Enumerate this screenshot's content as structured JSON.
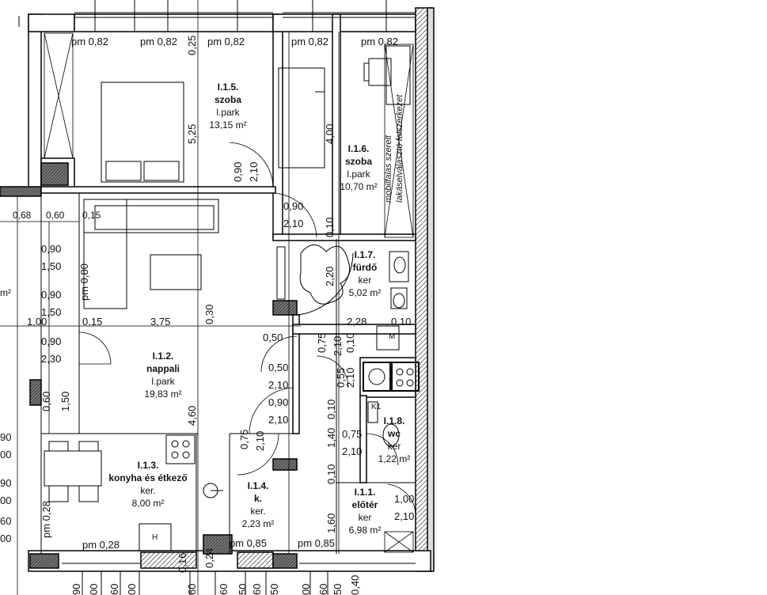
{
  "rooms": [
    {
      "id": "I.1.5.",
      "name": "szoba",
      "floor": "l.park",
      "area": "13,15 m²"
    },
    {
      "id": "I.1.6.",
      "name": "szoba",
      "floor": "l.park",
      "area": "10,70 m²"
    },
    {
      "id": "I.1.7.",
      "name": "fürdő",
      "floor": "ker",
      "area": "5,02 m²"
    },
    {
      "id": "I.1.2.",
      "name": "nappali",
      "floor": "l.park",
      "area": "19,83 m²"
    },
    {
      "id": "I.1.3.",
      "name": "konyha és étkező",
      "floor": "ker.",
      "area": "8,00 m²"
    },
    {
      "id": "I.1.4.",
      "name": "k.",
      "floor": "ker.",
      "area": "2,23 m²"
    },
    {
      "id": "I.1.8.",
      "name": "wc",
      "floor": "ker",
      "area": "1,22 m²"
    },
    {
      "id": "I.1.1.",
      "name": "előtér",
      "floor": "ker",
      "area": "6,98 m²"
    }
  ],
  "wardrobe_note": {
    "line1": "mobilfalas szerelt",
    "line2": "lakáselválasztó falszerkezet"
  },
  "dims": {
    "pm1": "pm 0,82",
    "pm2": "pm 0,82",
    "pm3": "pm 0,82",
    "pm4": "pm 0,82",
    "pm5": "pm 0,82",
    "pm_left": "pm 0,80",
    "pm_bottom_left": "pm 0,28",
    "pm_bottom": "pm 0,28",
    "pm_k": "pm 0,85",
    "pm_entry": "pm 0,85",
    "d068": "0,68",
    "d060": "0,60",
    "d015a": "0,15",
    "d090a": "0,90",
    "d150a": "1,50",
    "d090b": "0,90",
    "d150b": "1,50",
    "d100": "1,00",
    "d015b": "0,15",
    "d375": "3,75",
    "d030": "0,30",
    "d090c": "0,90",
    "d230": "2,30",
    "d060b": "0,60",
    "d150c": "1,50",
    "d025": "0,25",
    "d525": "5,25",
    "d090v": "0,90",
    "d210v": "2,10",
    "d090d": "0,90",
    "d210d": "2,10",
    "d400": "4,00",
    "d010a": "0,10",
    "d220": "2,20",
    "d228": "2,28",
    "d010b": "0,10",
    "d050": "0,50",
    "d075a": "0,75",
    "d210e": "2,10",
    "d010c": "0,10",
    "d055": "0,55",
    "d210f": "2,10",
    "d050b": "0,50",
    "d210g": "2,10",
    "d090e": "0,90",
    "d210h": "2,10",
    "d460": "4,60",
    "d075b": "0,75",
    "d210i": "2,10",
    "d010d": "0,10",
    "d075c": "0,75",
    "d210j": "2,10",
    "d140": "1,40",
    "d010e": "0,10",
    "d100b": "1,00",
    "d210k": "2,10",
    "d160": "1,60",
    "d016": "0,16",
    "d024": "0,24",
    "d040": "0,40",
    "l90a": "90",
    "l00a": "00",
    "l90b": "90",
    "l00b": "00",
    "l60": "60",
    "l00c": "00",
    "b90": "90",
    "b00": "00",
    "b60a": "60",
    "b00b": "00",
    "b60b": "60",
    "b60c": "60",
    "b50a": "50",
    "b60d": "60",
    "b50b": "50",
    "b00c": "00",
    "b60e": "60",
    "b50c": "50",
    "left_m2": "m²"
  },
  "appliances": {
    "h_label": "H",
    "k1_label": "K1",
    "m_label": "M"
  }
}
